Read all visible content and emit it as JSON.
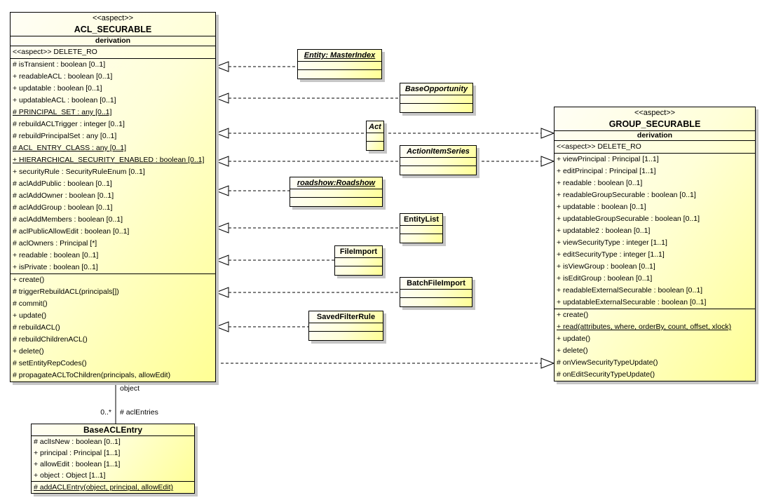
{
  "colors": {
    "box_fill_light": "#FFFEF5",
    "box_fill_dark": "#FFFF94",
    "border": "#000000",
    "shadow": "#C6C6C6",
    "background": "#FFFFFF"
  },
  "classes": {
    "aclSecurable": {
      "stereotype": "<<aspect>>",
      "name": "ACL_SECURABLE",
      "derivation": "derivation",
      "aspectRow": "<<aspect>> DELETE_RO",
      "attributes": [
        {
          "t": "# isTransient : boolean [0..1]"
        },
        {
          "t": "+ readableACL : boolean [0..1]"
        },
        {
          "t": "+ updatable : boolean [0..1]"
        },
        {
          "t": "+ updatableACL : boolean [0..1]"
        },
        {
          "t": "# PRINCIPAL_SET : any [0..1]",
          "u": true
        },
        {
          "t": "# rebuildACLTrigger : integer [0..1]"
        },
        {
          "t": "# rebuildPrincipalSet : any [0..1]"
        },
        {
          "t": "# ACL_ENTRY_CLASS : any [0..1]",
          "u": true
        },
        {
          "t": "+ HIERARCHICAL_SECURITY_ENABLED : boolean [0..1]",
          "u": true
        },
        {
          "t": "+ securityRule : SecurityRuleEnum [0..1]"
        },
        {
          "t": "# aclAddPublic : boolean [0..1]"
        },
        {
          "t": "# aclAddOwner : boolean [0..1]"
        },
        {
          "t": "# aclAddGroup : boolean [0..1]"
        },
        {
          "t": "# aclAddMembers : boolean [0..1]"
        },
        {
          "t": "# aclPublicAllowEdit : boolean [0..1]"
        },
        {
          "t": "# aclOwners : Principal [*]"
        },
        {
          "t": "+ readable : boolean [0..1]"
        },
        {
          "t": "+ isPrivate : boolean [0..1]"
        }
      ],
      "operations": [
        {
          "t": "+ create()"
        },
        {
          "t": "# triggerRebuildACL(principals[])"
        },
        {
          "t": "# commit()"
        },
        {
          "t": "+ update()"
        },
        {
          "t": "# rebuildACL()"
        },
        {
          "t": "# rebuildChildrenACL()"
        },
        {
          "t": "+ delete()"
        },
        {
          "t": "# setEntityRepCodes()"
        },
        {
          "t": "# propagateACLToChildren(principals, allowEdit)"
        }
      ]
    },
    "groupSecurable": {
      "stereotype": "<<aspect>>",
      "name": "GROUP_SECURABLE",
      "derivation": "derivation",
      "aspectRow": "<<aspect>> DELETE_RO",
      "attributes": [
        {
          "t": "+ viewPrincipal : Principal [1..1]"
        },
        {
          "t": "+ editPrincipal : Principal [1..1]"
        },
        {
          "t": "+ readable : boolean [0..1]"
        },
        {
          "t": "+ readableGroupSecurable : boolean [0..1]"
        },
        {
          "t": "+ updatable : boolean [0..1]"
        },
        {
          "t": "+ updatableGroupSecurable : boolean [0..1]"
        },
        {
          "t": "+ updatable2 : boolean [0..1]"
        },
        {
          "t": "+ viewSecurityType : integer [1..1]"
        },
        {
          "t": "+ editSecurityType : integer [1..1]"
        },
        {
          "t": "+ isViewGroup : boolean [0..1]"
        },
        {
          "t": "+ isEditGroup : boolean [0..1]"
        },
        {
          "t": "+ readableExternalSecurable : boolean [0..1]"
        },
        {
          "t": "+ updatableExternalSecurable : boolean [0..1]"
        }
      ],
      "operations": [
        {
          "t": "+ create()"
        },
        {
          "t": "+ read(attributes, where, orderBy, count, offset, xlock)",
          "u": true
        },
        {
          "t": "+ update()"
        },
        {
          "t": "+ delete()"
        },
        {
          "t": "# onViewSecurityTypeUpdate()"
        },
        {
          "t": "# onEditSecurityTypeUpdate()"
        }
      ]
    },
    "baseAclEntry": {
      "name": "BaseACLEntry",
      "attributes": [
        {
          "t": "# aclIsNew : boolean [0..1]"
        },
        {
          "t": "+ principal : Principal [1..1]"
        },
        {
          "t": "+ allowEdit : boolean [1..1]"
        },
        {
          "t": "+ object : Object [1..1]"
        }
      ],
      "operations": [
        {
          "t": "# addACLEntry(object, principal, allowEdit)",
          "u": true
        }
      ]
    },
    "satellites": [
      {
        "label": "Entity: MasterIndex"
      },
      {
        "label": "BaseOpportunity"
      },
      {
        "label": "Act"
      },
      {
        "label": "ActionItemSeries"
      },
      {
        "label": "roadshow:Roadshow"
      },
      {
        "label": "EntityList"
      },
      {
        "label": "FileImport"
      },
      {
        "label": "BatchFileImport"
      },
      {
        "label": "SavedFilterRule"
      }
    ]
  },
  "association": {
    "roleTop": "object",
    "multiplicity": "0..*",
    "roleBottom": "# aclEntries"
  }
}
